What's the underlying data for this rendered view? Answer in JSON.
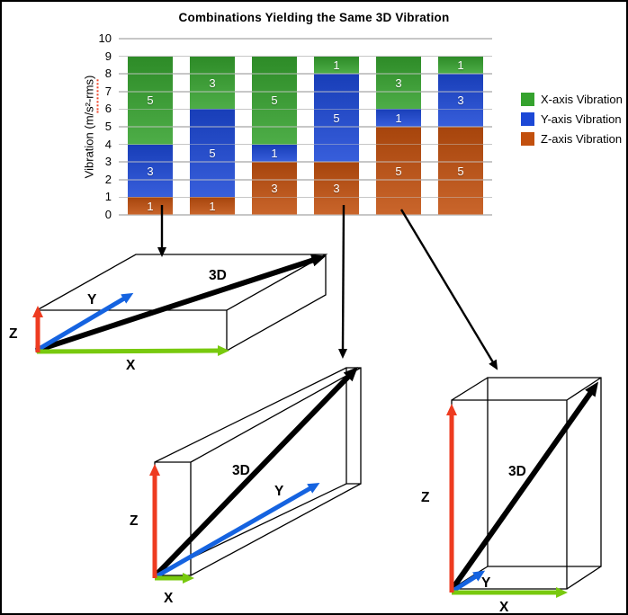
{
  "figure": {
    "background": "#ffffff",
    "border_color": "#000000"
  },
  "chart": {
    "title": "Combinations Yielding the Same 3D Vibration",
    "ylabel_parts": {
      "prefix": "Vibration (m/",
      "underlined": "s²-rms",
      "suffix": ")"
    }
  },
  "chart_data": {
    "type": "bar",
    "stacked": true,
    "title": "Combinations Yielding the Same 3D Vibration",
    "xlabel": "",
    "ylabel": "Vibration (m/s²-rms)",
    "ylim": [
      0,
      10
    ],
    "yticks": [
      0,
      1,
      2,
      3,
      4,
      5,
      6,
      7,
      8,
      9,
      10
    ],
    "grid": true,
    "x_tick_labels_visible": false,
    "categories": [
      "",
      "",
      "",
      "",
      "",
      ""
    ],
    "stack_order_bottom_to_top": [
      "Z-axis Vibration",
      "Y-axis Vibration",
      "X-axis Vibration"
    ],
    "series": [
      {
        "name": "Z-axis Vibration",
        "color": "#c2500e",
        "values": [
          1,
          1,
          3,
          3,
          5,
          5
        ]
      },
      {
        "name": "Y-axis Vibration",
        "color": "#1c48d6",
        "values": [
          3,
          5,
          1,
          5,
          1,
          3
        ]
      },
      {
        "name": "X-axis Vibration",
        "color": "#35a22e",
        "values": [
          5,
          3,
          5,
          1,
          3,
          1
        ]
      }
    ],
    "segment_labels_shown": true,
    "legend_position": "right"
  },
  "legend": {
    "items": [
      {
        "label": "X-axis Vibration",
        "color": "#35a22e"
      },
      {
        "label": "Y-axis Vibration",
        "color": "#1c48d6"
      },
      {
        "label": "Z-axis Vibration",
        "color": "#c2500e"
      }
    ]
  },
  "colors": {
    "x_arrow": "#78c90e",
    "y_arrow": "#1563e0",
    "z_arrow": "#ee3b20",
    "black_arrow": "#000000",
    "grid": "#c7c7c7"
  },
  "diagrams": [
    {
      "id": "flat-box",
      "labels": {
        "z": "Z",
        "y": "Y",
        "x": "X",
        "d": "3D"
      }
    },
    {
      "id": "medium-box",
      "labels": {
        "z": "Z",
        "y": "Y",
        "x": "X",
        "d": "3D"
      }
    },
    {
      "id": "tall-box",
      "labels": {
        "z": "Z",
        "y": "Y",
        "x": "X",
        "d": "3D"
      }
    }
  ]
}
